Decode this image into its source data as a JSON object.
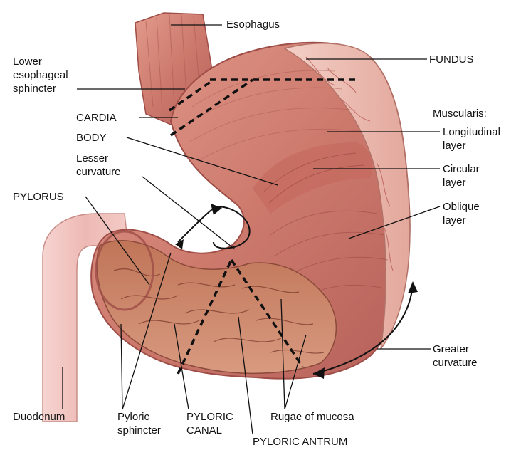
{
  "labels": {
    "esophagus": "Esophagus",
    "fundus": "FUNDUS",
    "lower_esophageal_sphincter": "Lower\nesophageal\nsphincter",
    "cardia": "CARDIA",
    "body": "BODY",
    "lesser_curvature": "Lesser\ncurvature",
    "pylorus": "PYLORUS",
    "muscularis": "Muscularis:",
    "longitudinal_layer": "Longitudinal\nlayer",
    "circular_layer": "Circular\nlayer",
    "oblique_layer": "Oblique\nlayer",
    "greater_curvature": "Greater\ncurvature",
    "duodenum": "Duodenum",
    "pyloric_sphincter": "Pyloric\nsphincter",
    "pyloric_canal": "PYLORIC\nCANAL",
    "rugae_of_mucosa": "Rugae of mucosa",
    "pyloric_antrum": "PYLORIC ANTRUM"
  },
  "colors": {
    "muscle": "#d6867a",
    "muscle_dark": "#b25a52",
    "muscle_light": "#eaa99c",
    "serosa": "#eec3b8",
    "duodenum": "#f1c4c0",
    "mucosa": "#c87a5f",
    "line": "#1a1a1a"
  }
}
